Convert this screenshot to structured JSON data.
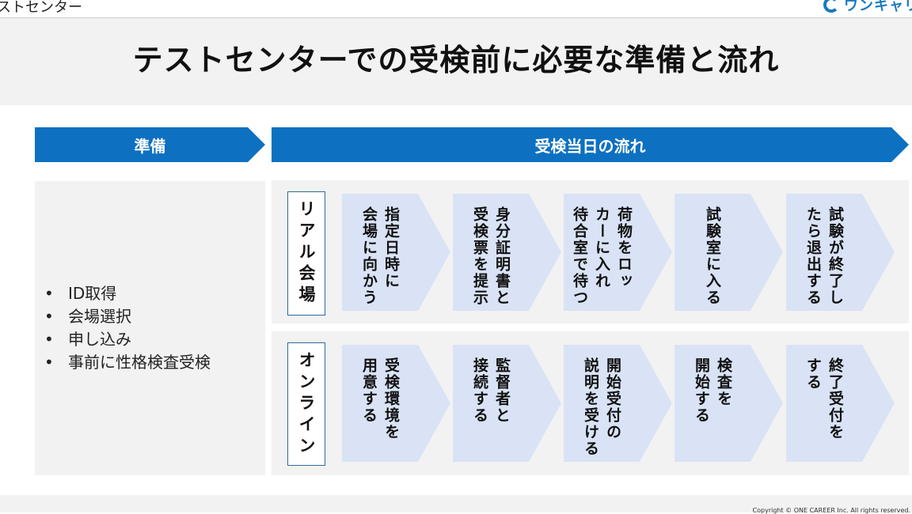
{
  "header": {
    "section_title": "ストセンター",
    "brand": "ワンキャリア"
  },
  "title": "テストセンターでの受検前に必要な準備と流れ",
  "prep": {
    "heading": "準備",
    "items": [
      "ID取得",
      "会場選択",
      "申し込み",
      "事前に性格検査受検"
    ]
  },
  "flow": {
    "heading": "受検当日の流れ",
    "real": {
      "label": "リアル会場",
      "steps": [
        "指定日時に\n会場に向かう",
        "身分証明書と\n受検票を提示",
        "荷物をロッ\nカーに入れ\n待合室で待つ",
        "試験室に入る",
        "試験が終了し\nたら退出する"
      ]
    },
    "online": {
      "label": "オンライン",
      "steps": [
        "受検環境を\n用意する",
        "監督者と\n接続する",
        "開始受付の\n説明を受ける",
        "検査を\n開始する",
        "終了受付を\nする"
      ]
    }
  },
  "footer": {
    "copyright": "Copyright © ONE CAREER Inc. All rights reserved."
  }
}
